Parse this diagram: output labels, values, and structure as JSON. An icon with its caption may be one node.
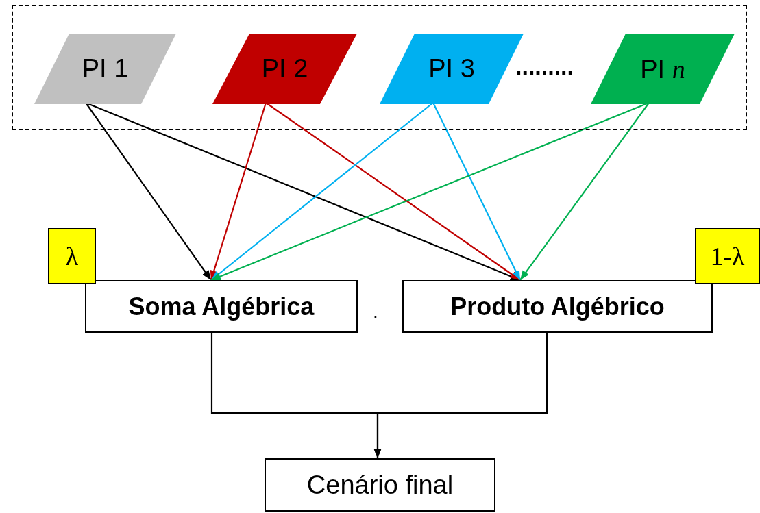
{
  "diagram": {
    "nodes": [
      {
        "text": [],
        "shape": "box"
      },
      {
        "text": [
          "PI 1"
        ],
        "in": 0
      },
      {
        "text": [
          "PI 2"
        ],
        "in": 0
      },
      {
        "text": [
          "PI 3"
        ],
        "in": 0
      },
      {
        "text": [
          "PI *n*"
        ],
        "in": 0
      },
      {
        "text": [
          "λ"
        ]
      },
      {
        "text": [
          "Soma Algébrica"
        ]
      },
      {
        "text": [
          "Produto Algébrico"
        ]
      },
      {
        "text": [
          "1-λ"
        ]
      },
      {
        "text": [
          "Cenário final"
        ]
      }
    ],
    "edges": [
      {
        "from": 1,
        "to": 6,
        "arrow": "to"
      },
      {
        "from": 1,
        "to": 7,
        "arrow": "to"
      },
      {
        "from": 2,
        "to": 6,
        "arrow": "to",
        "color": "#c00000"
      },
      {
        "from": 2,
        "to": 7,
        "arrow": "to",
        "color": "#c00000"
      },
      {
        "from": 3,
        "to": 6,
        "arrow": "to",
        "color": "#00b0f0"
      },
      {
        "from": 3,
        "to": 7,
        "arrow": "to",
        "color": "#00b0f0"
      },
      {
        "from": 4,
        "to": 6,
        "arrow": "to",
        "color": "#00b050"
      },
      {
        "from": 4,
        "to": 7,
        "arrow": "to",
        "color": "#00b050"
      },
      {
        "from": 6,
        "to": 9,
        "arrow": "to"
      },
      {
        "from": 7,
        "to": 9,
        "arrow": "to"
      }
    ],
    "labels": [
      ".........",
      "."
    ]
  }
}
